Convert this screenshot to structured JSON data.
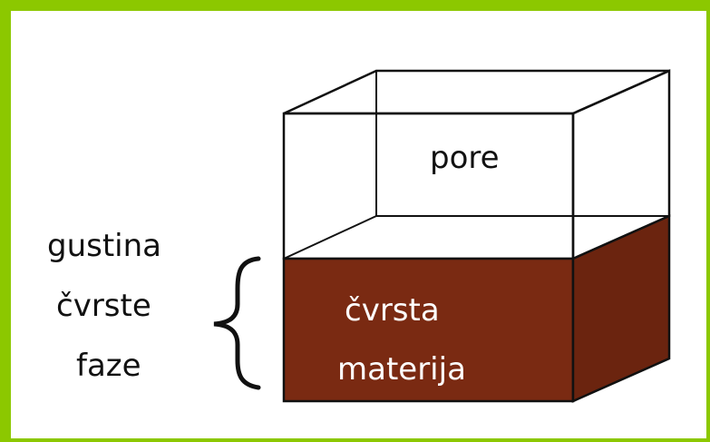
{
  "diagram": {
    "top_label": "pore",
    "solid_label_line1": "čvrsta",
    "solid_label_line2": "materija",
    "side_label_line1": "gustina",
    "side_label_line2": "čvrste",
    "side_label_line3": "faze"
  },
  "colors": {
    "frame": "#8cc800",
    "solid_front": "#7a2a12",
    "solid_side": "#6b240f",
    "edge": "#111111"
  }
}
